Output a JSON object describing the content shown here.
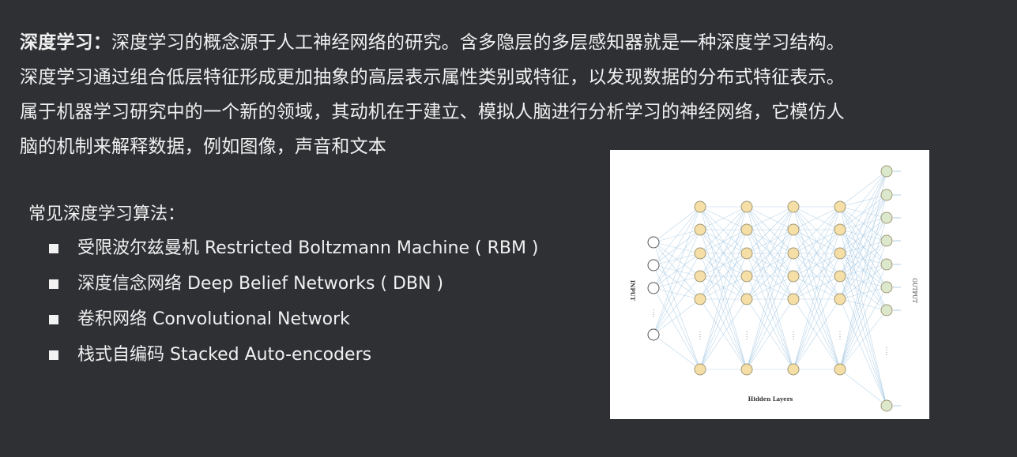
{
  "intro": {
    "term": "深度学习：",
    "lines": [
      "深度学习的概念源于人工神经网络的研究。含多隐层的多层感知器就是一种深度学习结构。",
      "深度学习通过组合低层特征形成更加抽象的高层表示属性类别或特征，以发现数据的分布式特征表示。",
      "属于机器学习研究中的一个新的领域，其动机在于建立、模拟人脑进行分析学习的神经网络，它模仿人",
      "脑的机制来解释数据，例如图像，声音和文本"
    ]
  },
  "algorithms": {
    "title": "常见深度学习算法：",
    "items": [
      "受限波尔兹曼机 Restricted Boltzmann Machine ( RBM )",
      "深度信念网络 Deep Belief Networks ( DBN )",
      "卷积网络 Convolutional Network",
      "栈式自编码 Stacked Auto-encoders"
    ]
  },
  "figure": {
    "input_label": "INPUT",
    "output_label": "OUTPUT",
    "hidden_label": "Hidden Layers",
    "colors": {
      "input_node": "#ffffff",
      "hidden_node": "#f6dfa6",
      "output_node": "#dbe8cc",
      "edge": "#9cc3e0"
    }
  }
}
